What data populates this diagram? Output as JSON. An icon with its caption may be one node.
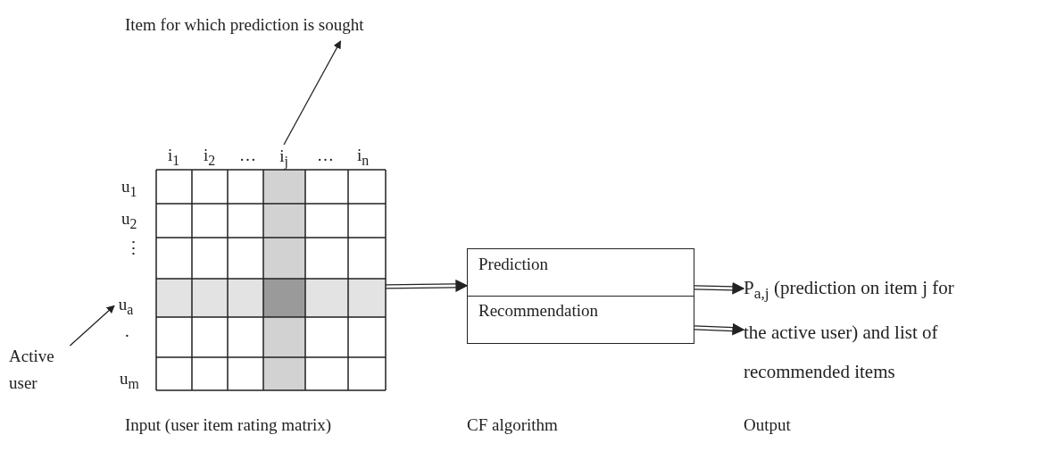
{
  "diagram": {
    "nodes": [
      {
        "text": [
          "Item for which prediction is sought"
        ]
      },
      {
        "text": [
          "i$_{j}$"
        ]
      },
      {
        "text": [
          "u$_{a}$"
        ]
      },
      {
        "text": [
          "Active user"
        ]
      },
      {
        "text": [],
        "shape": "grid"
      },
      {
        "text": [
          "Prediction",
          "Recommendation"
        ]
      },
      {
        "text": [
          "P$_{a,j}$ (prediction on item j for the active user) and list of recommended items"
        ]
      }
    ],
    "edges": [
      {
        "from": 1,
        "to": 0,
        "arrow": "to"
      },
      {
        "from": 3,
        "to": 2,
        "arrow": "to"
      },
      {
        "from": 4,
        "to": 5,
        "arrow": "to"
      },
      {
        "from": 5,
        "to": 6,
        "arrow": "to"
      },
      {
        "from": 5,
        "to": 6,
        "arrow": "to"
      }
    ],
    "labels": [
      "i$_{1}$",
      "i$_{2}$",
      "…",
      "…",
      "i$_{n}$",
      "u$_{1}$",
      "u$_{2}$",
      "⋮",
      ".",
      "u$_{m}$",
      "Input (user item rating matrix)",
      "CF algorithm",
      "Output"
    ]
  }
}
